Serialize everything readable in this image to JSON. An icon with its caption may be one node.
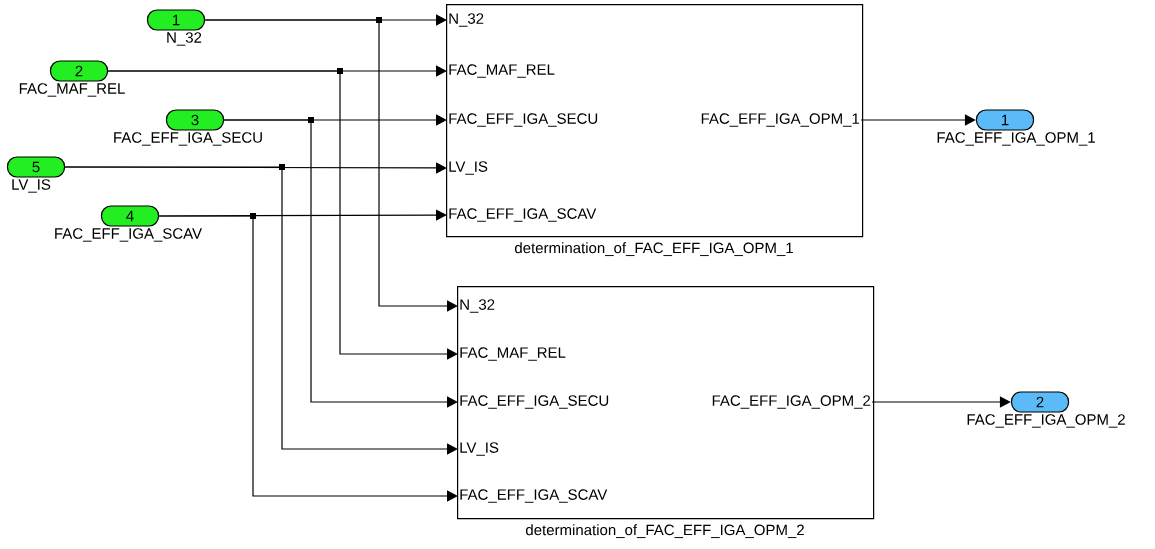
{
  "diagram": {
    "nodes": [
      {
        "text": [
          "1"
        ],
        "beside": [
          "N_32"
        ]
      },
      {
        "text": [
          "2"
        ],
        "beside": [
          "FAC_MAF_REL"
        ]
      },
      {
        "text": [
          "3"
        ],
        "beside": [
          "FAC_EFF_IGA_SECU"
        ]
      },
      {
        "text": [
          "5"
        ],
        "beside": [
          "LV_IS"
        ]
      },
      {
        "text": [
          "4"
        ],
        "beside": [
          "FAC_EFF_IGA_SCAV"
        ]
      },
      {
        "text": [],
        "shape": "box",
        "beside": [
          "determination_of_FAC_EFF_IGA_OPM_1"
        ]
      },
      {
        "text": [
          "N_32"
        ],
        "in": 5
      },
      {
        "text": [
          "FAC_MAF_REL"
        ],
        "in": 5
      },
      {
        "text": [
          "FAC_EFF_IGA_SECU"
        ],
        "in": 5
      },
      {
        "text": [
          "LV_IS"
        ],
        "in": 5
      },
      {
        "text": [
          "FAC_EFF_IGA_SCAV"
        ],
        "in": 5
      },
      {
        "text": [
          "FAC_EFF_IGA_OPM_1"
        ],
        "in": 5
      },
      {
        "text": [],
        "shape": "box",
        "beside": [
          "determination_of_FAC_EFF_IGA_OPM_2"
        ]
      },
      {
        "text": [
          "N_32"
        ],
        "in": 12
      },
      {
        "text": [
          "FAC_MAF_REL"
        ],
        "in": 12
      },
      {
        "text": [
          "FAC_EFF_IGA_SECU"
        ],
        "in": 12
      },
      {
        "text": [
          "LV_IS"
        ],
        "in": 12
      },
      {
        "text": [
          "FAC_EFF_IGA_SCAV"
        ],
        "in": 12
      },
      {
        "text": [
          "FAC_EFF_IGA_OPM_2"
        ],
        "in": 12
      },
      {
        "text": [
          "1"
        ],
        "beside": [
          "FAC_EFF_IGA_OPM_1"
        ]
      },
      {
        "text": [
          "2"
        ],
        "beside": [
          "FAC_EFF_IGA_OPM_2"
        ]
      }
    ],
    "edges": [
      {
        "from": 0,
        "to": 6,
        "arrow": "to"
      },
      {
        "from": 0,
        "to": 13,
        "arrow": "to"
      },
      {
        "from": 1,
        "to": 7,
        "arrow": "to"
      },
      {
        "from": 1,
        "to": 14,
        "arrow": "to"
      },
      {
        "from": 2,
        "to": 8,
        "arrow": "to"
      },
      {
        "from": 2,
        "to": 15,
        "arrow": "to"
      },
      {
        "from": 3,
        "to": 9,
        "arrow": "to"
      },
      {
        "from": 3,
        "to": 16,
        "arrow": "to"
      },
      {
        "from": 4,
        "to": 10,
        "arrow": "to"
      },
      {
        "from": 4,
        "to": 17,
        "arrow": "to"
      },
      {
        "from": 11,
        "to": 19,
        "arrow": "to"
      },
      {
        "from": 18,
        "to": 20,
        "arrow": "to"
      }
    ]
  }
}
